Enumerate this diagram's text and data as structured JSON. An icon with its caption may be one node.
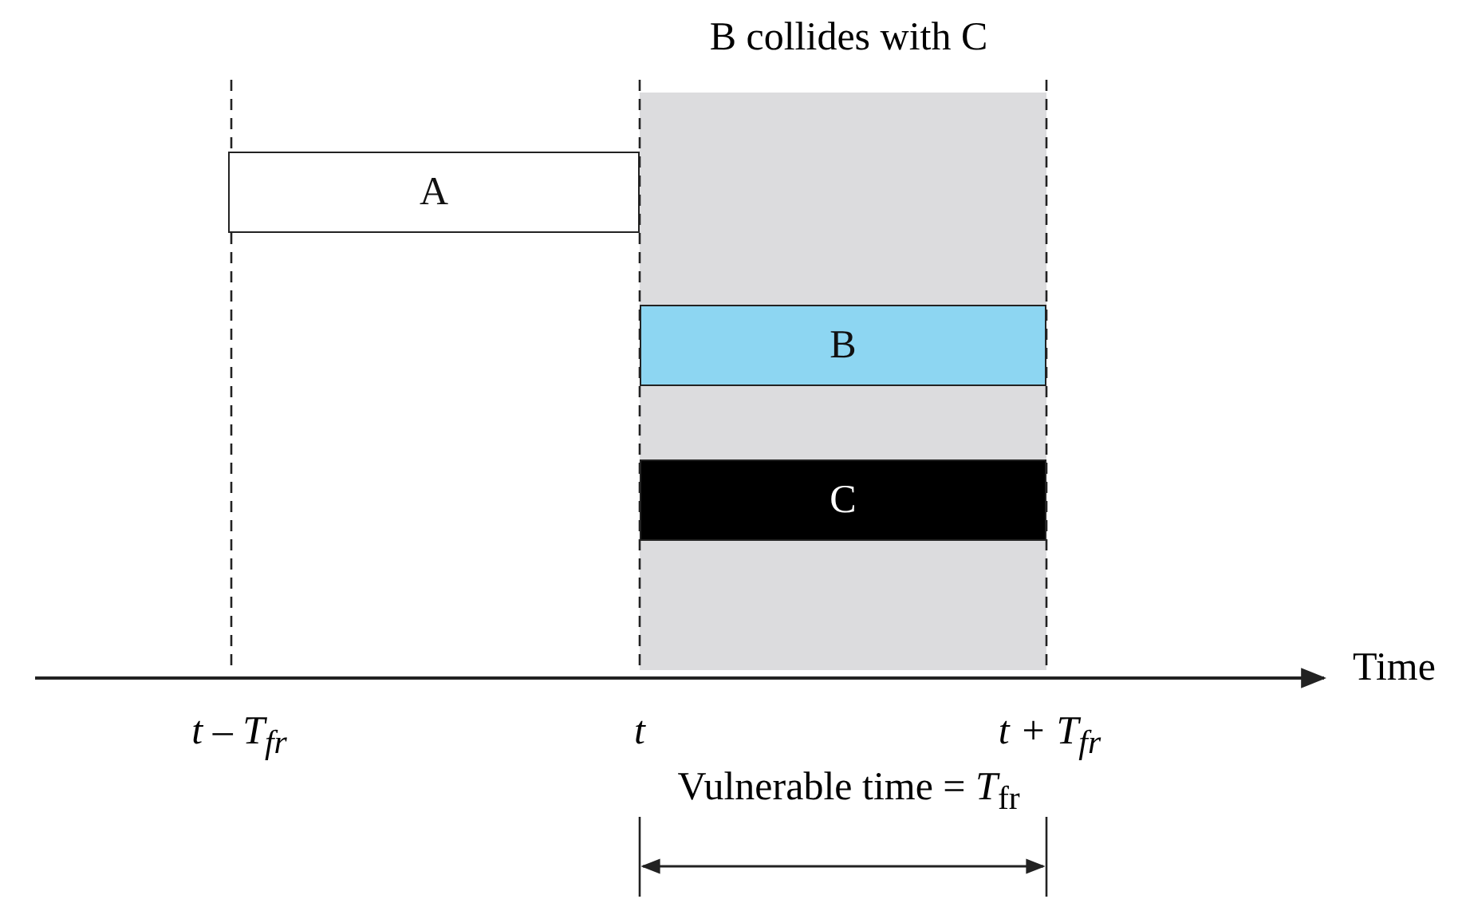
{
  "diagram": {
    "nodes": [
      {
        "text": [
          "A"
        ]
      },
      {
        "text": [
          "B"
        ]
      },
      {
        "text": [
          "C"
        ]
      }
    ],
    "edges": [],
    "labels": [
      "B collides with C",
      "Time",
      "t – T$_{fr}$",
      "t",
      "t + T$_{fr}$",
      "Vulnerable time = *T*$_{fr}$"
    ]
  }
}
